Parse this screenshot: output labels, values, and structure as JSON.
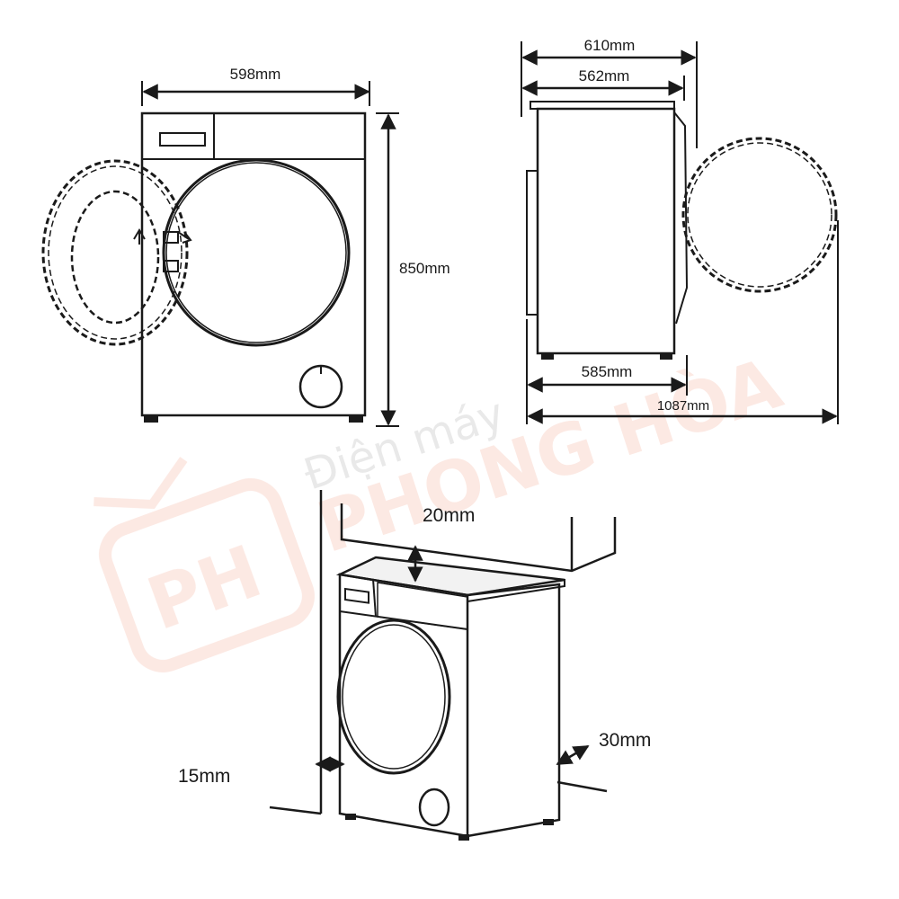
{
  "front_view": {
    "width_label": "598mm",
    "height_label": "850mm"
  },
  "side_view": {
    "depth_total_label": "610mm",
    "depth_body_label": "562mm",
    "depth_base_label": "585mm",
    "depth_door_open_label": "1087mm"
  },
  "installation_view": {
    "top_gap_label": "20mm",
    "side_gap_label": "15mm",
    "back_gap_label": "30mm"
  },
  "watermark": {
    "line1": "Điện máy",
    "line2": "PHONG HÒA",
    "logo": "PH"
  },
  "colors": {
    "line": "#1a1a1a",
    "watermark": "#e8552a",
    "shade": "#f2f2f2"
  }
}
